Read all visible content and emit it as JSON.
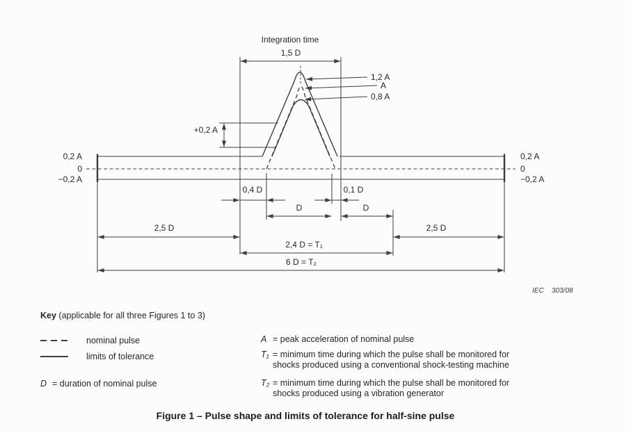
{
  "colors": {
    "background": "#fcfcfc",
    "line": "#3d3d3d",
    "text": "#262626"
  },
  "diagram": {
    "integration_time": "Integration time",
    "dims": {
      "one_five_d": "1,5 D",
      "d04": "0,4 D",
      "d01": "0,1 D",
      "d_pulse": "D",
      "d_after": "D",
      "d25_left": "2,5 D",
      "d25_right": "2,5 D",
      "t1": "2,4 D = T₁",
      "t2": "6 D = T₂"
    },
    "tolerance_label": "+0,2 A",
    "peaks": {
      "upper": "1,2 A",
      "nominal": "A",
      "lower": "0,8 A"
    },
    "axis_left": [
      "0,2 A",
      "0",
      "−0,2 A"
    ],
    "axis_right": [
      "0,2 A",
      "0",
      "−0,2 A"
    ],
    "source": {
      "org": "IEC",
      "number": "303/08"
    }
  },
  "key": {
    "heading": "Key",
    "heading_note": " (applicable for all three Figures 1 to 3)",
    "legend": [
      {
        "style": "dashed",
        "label": "nominal pulse"
      },
      {
        "style": "solid",
        "label": "limits of tolerance"
      }
    ],
    "definitions": [
      {
        "symbol": "D",
        "line1": "= duration of nominal pulse"
      },
      {
        "symbol": "A",
        "line1": "= peak acceleration of nominal pulse"
      },
      {
        "symbol": "T₁",
        "line1": "= minimum time during which the pulse shall be monitored for",
        "line2": "shocks produced using a conventional shock-testing machine"
      },
      {
        "symbol": "T₂",
        "line1": "= minimum time during which the pulse shall be monitored for",
        "line2": "shocks produced using a vibration generator"
      }
    ]
  },
  "caption": "Figure 1 – Pulse shape and limits of tolerance for half-sine pulse"
}
